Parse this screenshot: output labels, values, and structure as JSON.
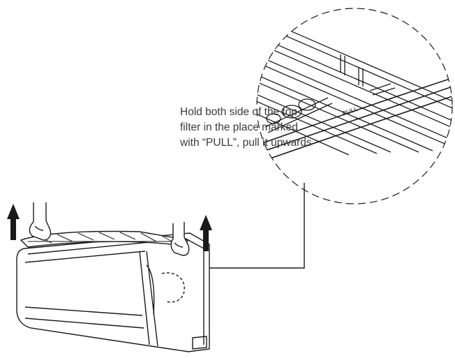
{
  "instruction": {
    "lines": [
      "Hold both side of the top",
      "filter in the place marked",
      "with “PULL”, pull it upwards"
    ]
  },
  "callout": {
    "label": "PULL"
  },
  "icons": {
    "arrow_left": "up-arrow-icon",
    "arrow_right": "up-arrow-icon",
    "hand_left": "hand-icon",
    "hand_right": "hand-icon"
  },
  "colors": {
    "line": "#1a1a1a",
    "text": "#3a3a3a",
    "background": "#ffffff"
  }
}
